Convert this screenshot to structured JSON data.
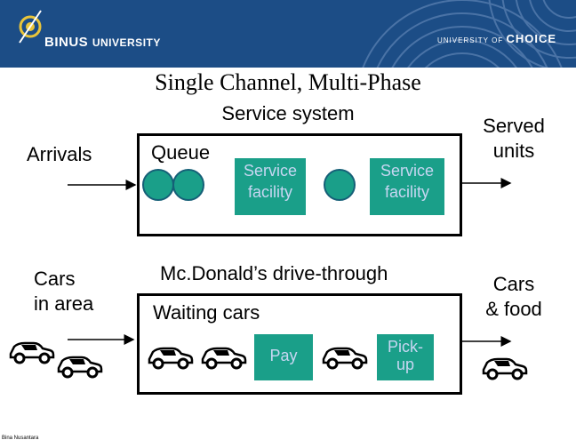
{
  "header": {
    "logo_name": "BINUS",
    "logo_word": "UNIVERSITY",
    "tagline_prefix": "UNIVERSITY OF",
    "tagline_choice": "CHOICE",
    "background": "#1c4d86"
  },
  "title": {
    "line1": "Single Channel, Multi-Phase",
    "line2": "Service system"
  },
  "top_row": {
    "left_label": "Arrivals",
    "queue_label": "Queue",
    "facility1": "Service facility",
    "facility2": "Service facility",
    "right_label_line1": "Served",
    "right_label_line2": "units"
  },
  "bottom_row": {
    "left_label_line1": "Cars",
    "left_label_line2": "in area",
    "heading": "Mc.Donald’s drive-through",
    "waiting_label": "Waiting cars",
    "pay": "Pay",
    "pickup_line1": "Pick-",
    "pickup_line2": "up",
    "right_label_line1": "Cars",
    "right_label_line2": "& food"
  },
  "footer": {
    "author": "Bina Nusantara"
  },
  "colors": {
    "teal": "#1a9f89",
    "facility_text": "#c7d6f2"
  },
  "icons": [
    "car-icon",
    "arrow-icon",
    "logo-icon"
  ]
}
